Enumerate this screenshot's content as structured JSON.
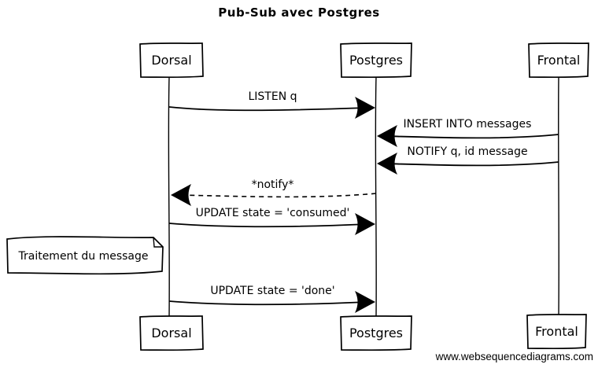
{
  "title": "Pub-Sub avec Postgres",
  "actors": [
    {
      "name": "Dorsal"
    },
    {
      "name": "Postgres"
    },
    {
      "name": "Frontal"
    }
  ],
  "messages": [
    {
      "from": "Dorsal",
      "to": "Postgres",
      "label": "LISTEN q",
      "line": "solid"
    },
    {
      "from": "Frontal",
      "to": "Postgres",
      "label": "INSERT INTO messages",
      "line": "solid"
    },
    {
      "from": "Frontal",
      "to": "Postgres",
      "label": "NOTIFY q, id message",
      "line": "solid"
    },
    {
      "from": "Postgres",
      "to": "Dorsal",
      "label": "*notify*",
      "line": "dashed"
    },
    {
      "from": "Dorsal",
      "to": "Postgres",
      "label": "UPDATE state = 'consumed'",
      "line": "solid"
    },
    {
      "from": "Dorsal",
      "to": "Postgres",
      "label": "UPDATE state = 'done'",
      "line": "solid"
    }
  ],
  "note": {
    "label": "Traitement du message"
  },
  "footer": {
    "label": "www.websequencediagrams.com"
  },
  "colors": {
    "stroke": "#000000",
    "background": "#ffffff"
  }
}
